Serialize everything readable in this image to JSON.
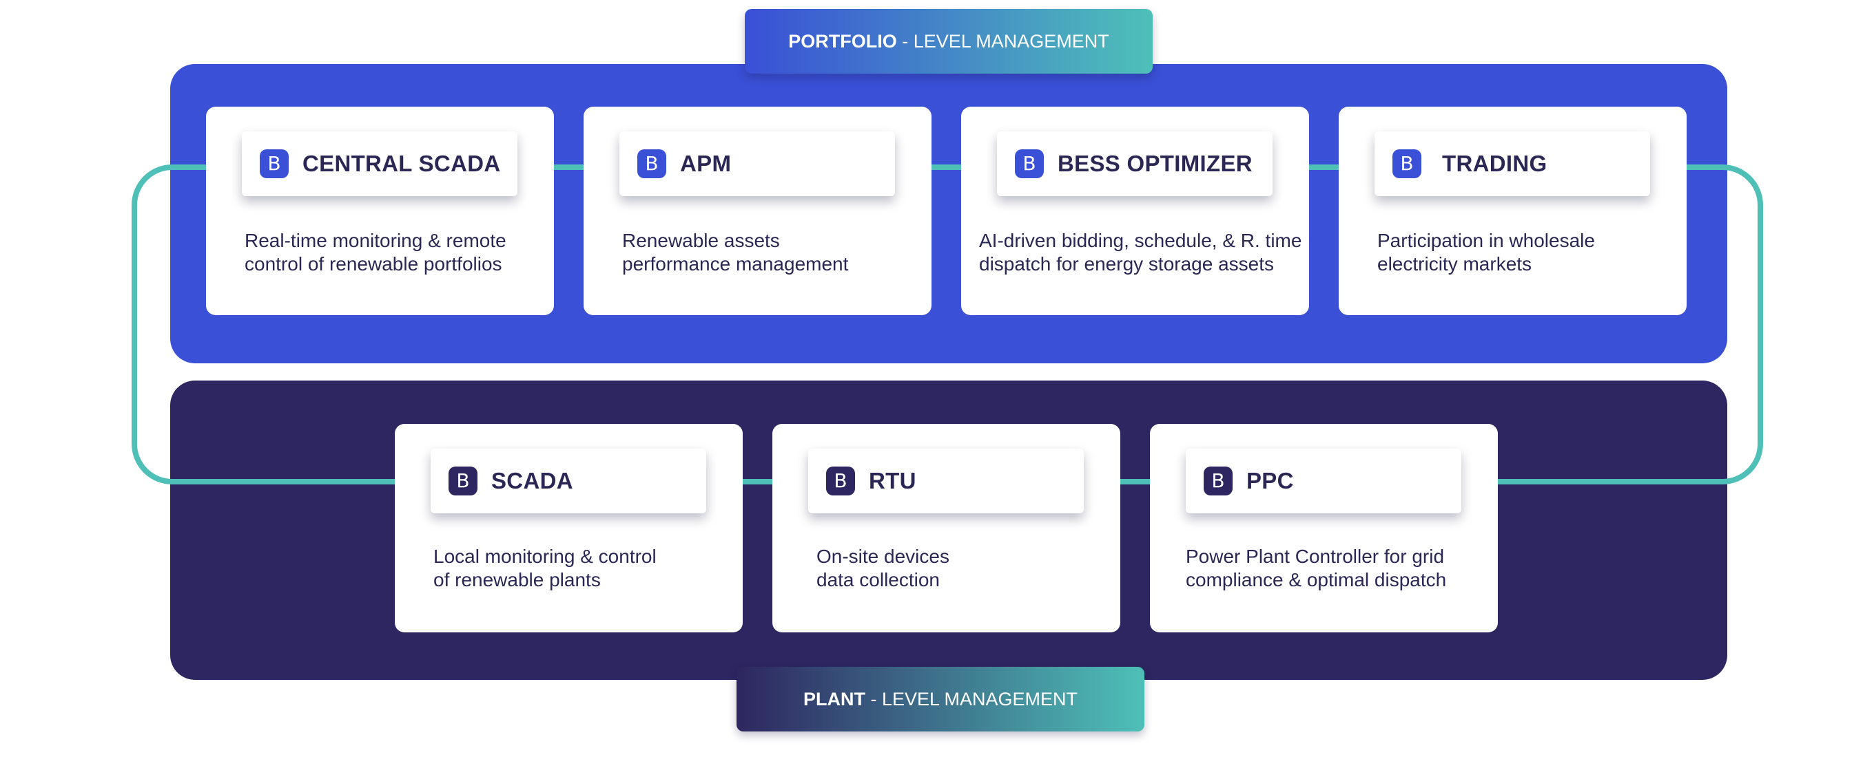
{
  "colors": {
    "portfolio_panel": "#3a50d6",
    "plant_panel": "#2e2660",
    "connector_line": "#4ec0b8",
    "card_text": "#2b2755"
  },
  "header_tag": {
    "bold": "PORTFOLIO",
    "rest": " - LEVEL MANAGEMENT"
  },
  "footer_tag": {
    "bold": "PLANT",
    "rest": " - LEVEL MANAGEMENT"
  },
  "badge_glyph": "B",
  "portfolio_modules": [
    {
      "title": "CENTRAL SCADA",
      "desc_line1": "Real-time monitoring & remote",
      "desc_line2": "control of renewable portfolios",
      "icon": "b-logo-icon"
    },
    {
      "title": "APM",
      "desc_line1": "Renewable assets",
      "desc_line2": "performance management",
      "icon": "b-logo-icon"
    },
    {
      "title": "BESS OPTIMIZER",
      "desc_line1": "AI-driven bidding, schedule, & R. time",
      "desc_line2": "dispatch for energy storage assets",
      "icon": "b-logo-icon"
    },
    {
      "title": "TRADING",
      "desc_line1": "Participation in wholesale",
      "desc_line2": "electricity markets",
      "icon": "b-logo-icon"
    }
  ],
  "plant_modules": [
    {
      "title": "SCADA",
      "desc_line1": "Local monitoring & control",
      "desc_line2": "of renewable plants",
      "icon": "b-logo-icon"
    },
    {
      "title": "RTU",
      "desc_line1": "On-site devices",
      "desc_line2": "data collection",
      "icon": "b-logo-icon"
    },
    {
      "title": "PPC",
      "desc_line1": "Power Plant Controller for grid",
      "desc_line2": "compliance & optimal dispatch",
      "icon": "b-logo-icon"
    }
  ]
}
